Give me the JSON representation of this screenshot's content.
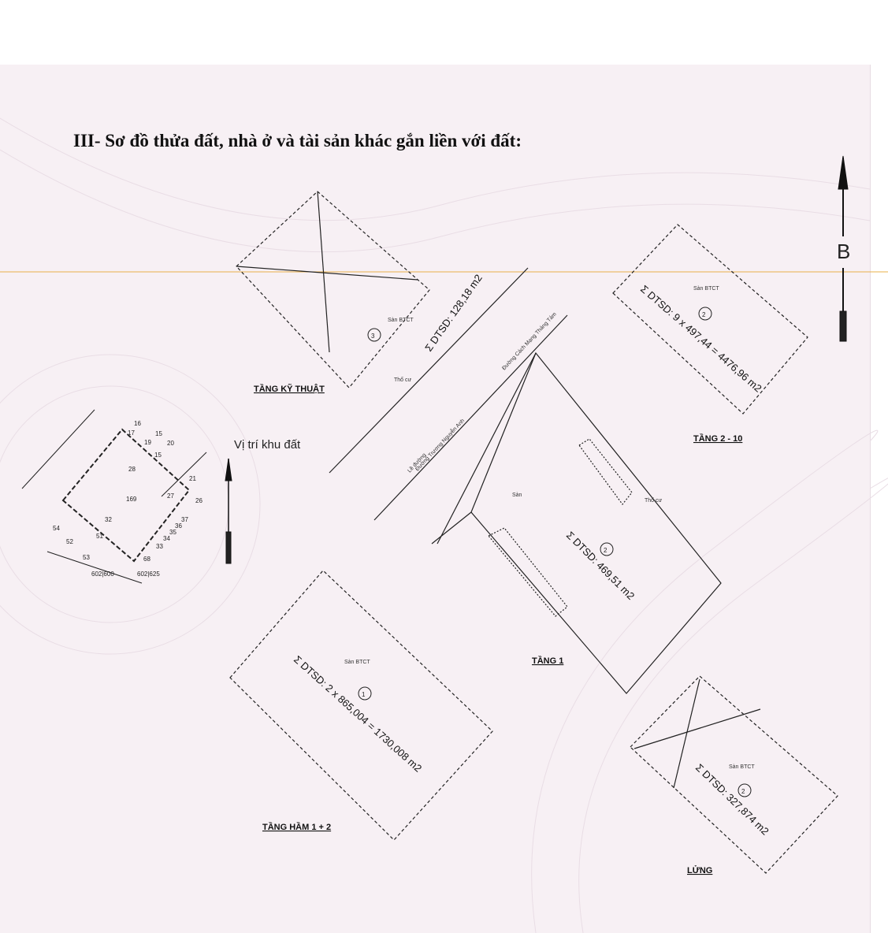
{
  "title": "III- Sơ đồ thửa đất, nhà ở và tài sản khác gắn liền với đất:",
  "north_label": "B",
  "location": {
    "label": "Vị trí khu đất",
    "parcel_numbers": [
      "16",
      "17",
      "15",
      "20",
      "19",
      "15",
      "28",
      "21",
      "27",
      "26",
      "169",
      "32",
      "37",
      "36",
      "35",
      "34",
      "33",
      "54",
      "52",
      "51",
      "53",
      "68"
    ],
    "sheet_refs": [
      "602|600",
      "602|625"
    ]
  },
  "floors": {
    "ky_thuat": {
      "name": "TẦNG KỸ THUẬT",
      "circle": "3",
      "area": "Σ DTSD: 128,18 m2",
      "floor_label": "Sàn BTCT"
    },
    "tang_2_10": {
      "name": "TẦNG 2 - 10",
      "circle": "2",
      "area": "Σ DTSD: 9 x 497,44 = 4476,96 m2",
      "floor_label": "Sàn BTCT"
    },
    "tang_1": {
      "name": "TẦNG 1",
      "circle": "2",
      "area": "Σ DTSD: 469,51 m2",
      "floor_label": "Sàn",
      "residential": "Thổ cư"
    },
    "ham": {
      "name": "TẦNG HẦM 1 + 2",
      "circle": "1",
      "area": "Σ DTSD: 2 x 865,004 = 1730,008 m2",
      "floor_label": "Sàn BTCT"
    },
    "lung": {
      "name": "LỬNG",
      "circle": "2",
      "area": "Σ DTSD: 327,874 m2",
      "floor_label": "Sàn BTCT"
    }
  },
  "streets": {
    "road1": "Lề đường",
    "road2": "Đường Trương Nguyễn Anh",
    "road3": "Đường Cách Mạng Tháng Tám",
    "residential": "Thổ cư"
  },
  "colors": {
    "ink": "#222222",
    "paper": "#f7f0f4",
    "guide": "#e8b04a"
  }
}
